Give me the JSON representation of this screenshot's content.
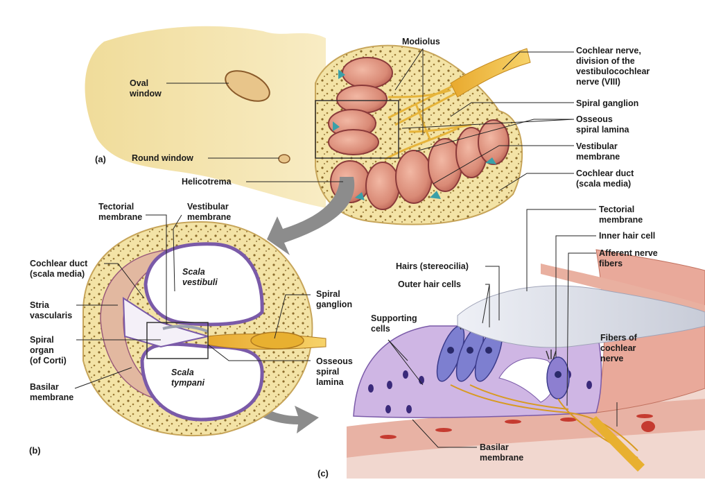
{
  "panels": {
    "a": "(a)",
    "b": "(b)",
    "c": "(c)"
  },
  "labels_a": {
    "modiolus": "Modiolus",
    "cochlear_nerve": "Cochlear nerve,\ndivision of the\nvestibulocochlear\nnerve (VIII)",
    "oval_window": "Oval\nwindow",
    "spiral_ganglion": "Spiral ganglion",
    "osseous_spiral_lamina": "Osseous\nspiral lamina",
    "vestibular_membrane": "Vestibular\nmembrane",
    "round_window": "Round window",
    "cochlear_duct": "Cochlear duct\n(scala media)",
    "helicotrema": "Helicotrema"
  },
  "labels_b": {
    "tectorial_membrane": "Tectorial\nmembrane",
    "vestibular_membrane": "Vestibular\nmembrane",
    "cochlear_duct": "Cochlear duct\n(scala media)",
    "scala_vestibuli": "Scala\nvestibuli",
    "stria_vascularis": "Stria\nvascularis",
    "spiral_ganglion": "Spiral\nganglion",
    "spiral_organ": "Spiral\norgan\n(of Corti)",
    "scala_tympani": "Scala\ntympani",
    "osseous_spiral_lamina": "Osseous\nspiral\nlamina",
    "basilar_membrane": "Basilar\nmembrane"
  },
  "labels_c": {
    "tectorial_membrane": "Tectorial\nmembrane",
    "inner_hair_cell": "Inner hair cell",
    "afferent_nerve_fibers": "Afferent nerve\nfibers",
    "hairs_stereocilia": "Hairs (stereocilia)",
    "outer_hair_cells": "Outer hair cells",
    "supporting_cells": "Supporting\ncells",
    "fibers_cochlear_nerve": "Fibers of\ncochlear\nnerve",
    "basilar_membrane": "Basilar\nmembrane"
  }
}
